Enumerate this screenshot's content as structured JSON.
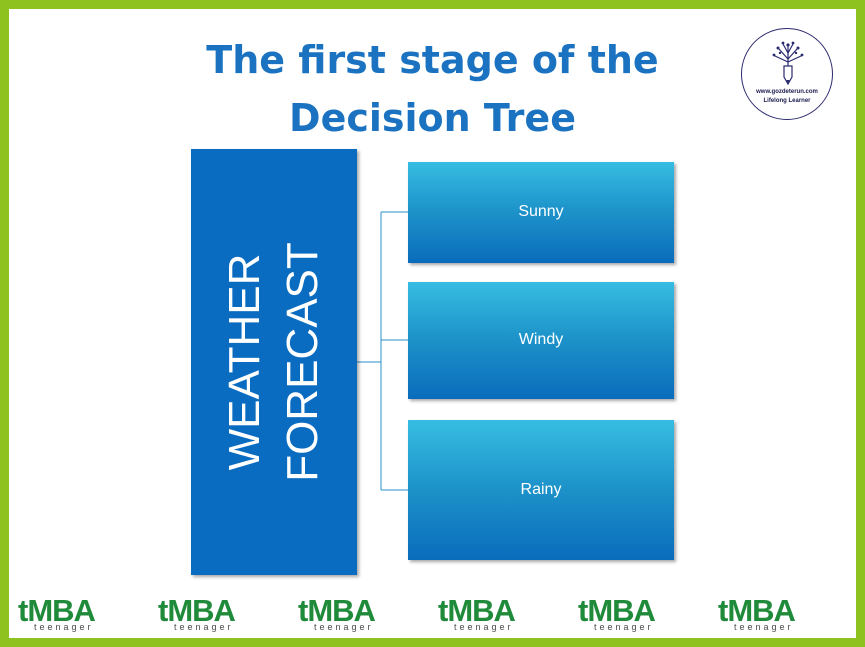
{
  "title": {
    "line1": "The first stage of the",
    "line2": "Decision Tree"
  },
  "logo": {
    "url": "www.gozdeterun.com",
    "tagline": "Lifelong Learner",
    "icon": "tree-pencil-icon"
  },
  "root": {
    "line1": "WEATHER",
    "line2": "FORECAST"
  },
  "branches": [
    {
      "label": "Sunny"
    },
    {
      "label": "Windy"
    },
    {
      "label": "Rainy"
    }
  ],
  "footer": {
    "brand": "tMBA",
    "sub": "teenager",
    "repeat_count": 6
  },
  "colors": {
    "frame": "#8dc21f",
    "title": "#1a72c0",
    "root_fill": "#0a6cc0",
    "node_top": "#36bde2",
    "node_bottom": "#0a6cbc",
    "brand": "#1f8a3a"
  }
}
